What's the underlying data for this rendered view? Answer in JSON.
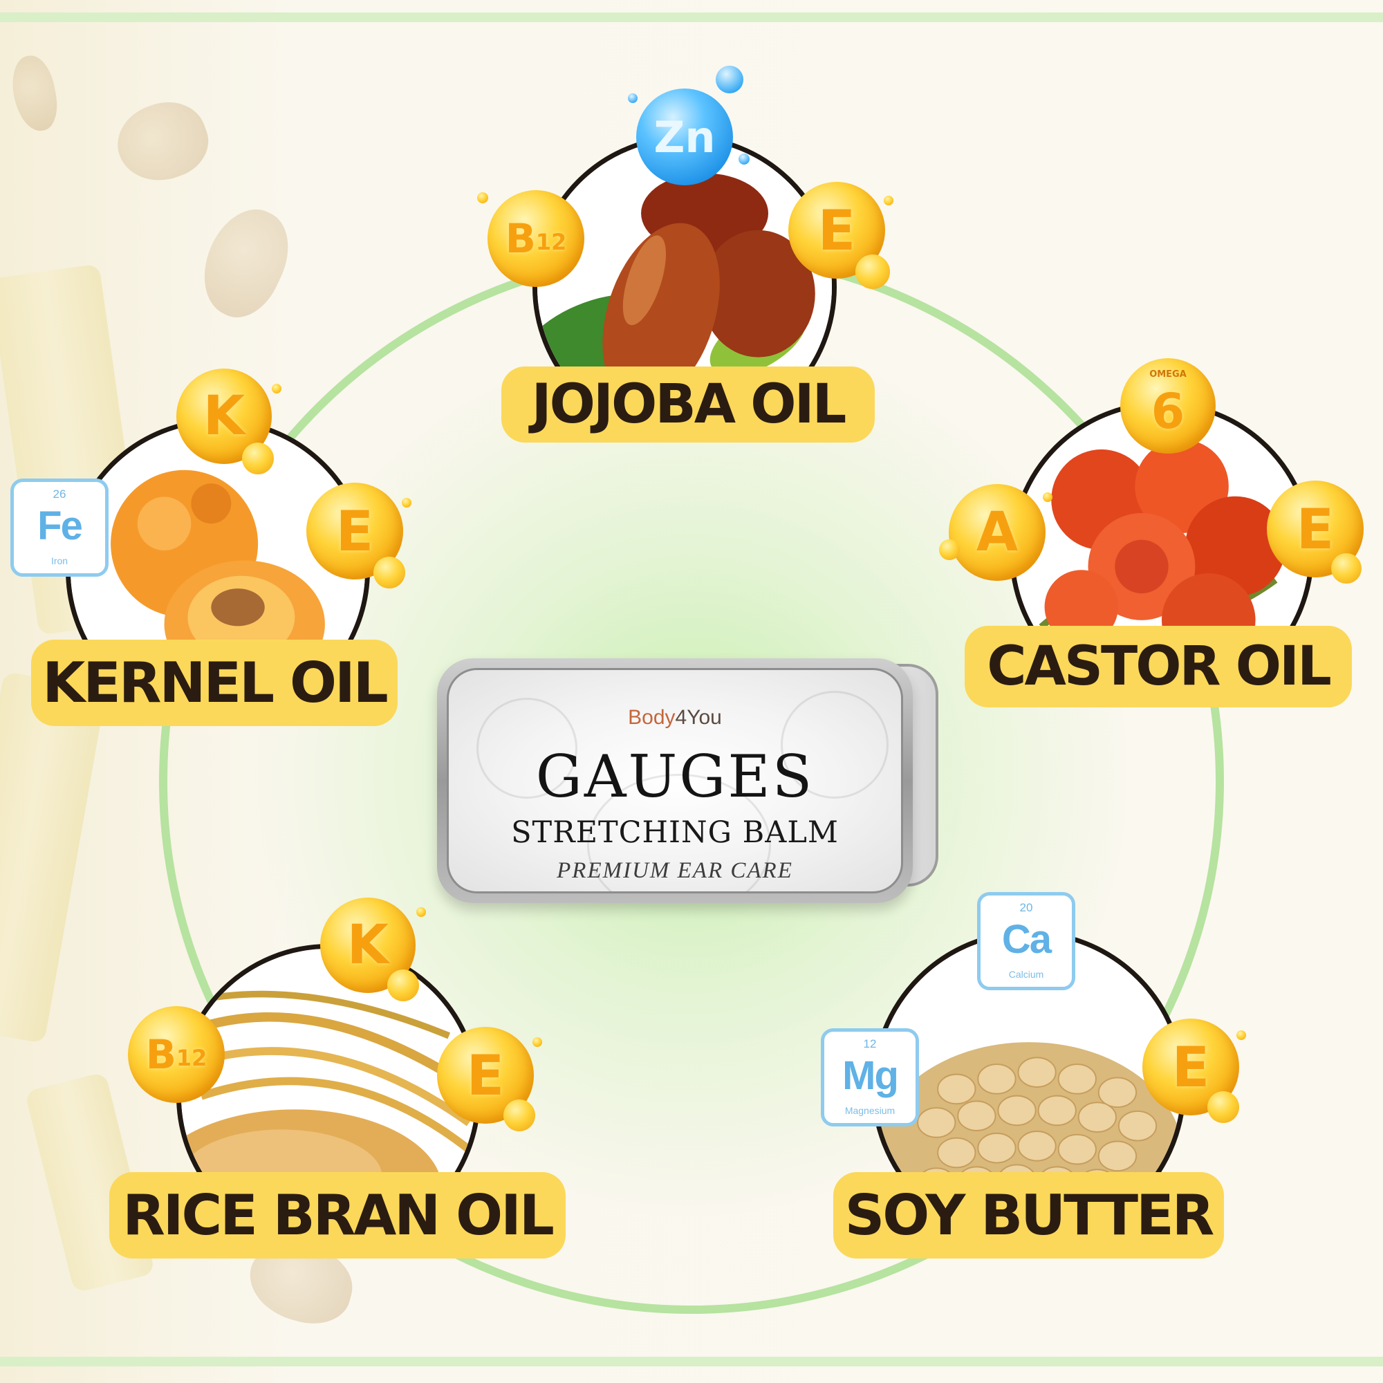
{
  "product": {
    "brand_prefix": "Body",
    "brand_suffix": "4You",
    "title": "GAUGES",
    "subtitle": "STRETCHING BALM",
    "tagline": "PREMIUM EAR CARE"
  },
  "ingredients": {
    "jojoba": {
      "label": "JOJOBA OIL",
      "nutrients": {
        "zinc": "Zn",
        "b12_main": "B",
        "b12_sub": "12",
        "e": "E"
      }
    },
    "castor": {
      "label": "CASTOR OIL",
      "nutrients": {
        "omega_pre": "OMEGA",
        "omega_num": "6",
        "a": "A",
        "e": "E"
      }
    },
    "kernel": {
      "label": "KERNEL OIL",
      "nutrients": {
        "k": "K",
        "e": "E",
        "iron_num": "26",
        "iron_sym": "Fe",
        "iron_name": "Iron"
      }
    },
    "rice_bran": {
      "label": "RICE BRAN OIL",
      "nutrients": {
        "k": "K",
        "b12_main": "B",
        "b12_sub": "12",
        "e": "E"
      }
    },
    "soy": {
      "label": "SOY BUTTER",
      "nutrients": {
        "calcium_num": "20",
        "calcium_sym": "Ca",
        "calcium_name": "Calcium",
        "magnesium_num": "12",
        "magnesium_sym": "Mg",
        "magnesium_name": "Magnesium",
        "e": "E"
      }
    }
  },
  "colors": {
    "label_yellow": "#fbd85a",
    "ring_green": "#b6e3a0",
    "vitamin_gold": "#f6a70c",
    "mineral_blue": "#8ecbef",
    "zinc_blue": "#1b8fe6"
  }
}
